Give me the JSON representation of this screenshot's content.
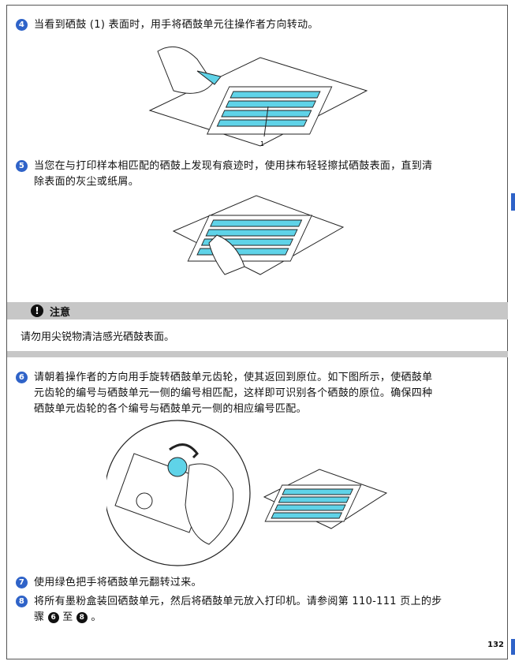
{
  "steps": [
    {
      "num": "4",
      "text": "当看到硒鼓 (1) 表面时，用手将硒鼓单元往操作者方向转动。"
    },
    {
      "num": "5",
      "text_line1": "当您在与打印样本相匹配的硒鼓上发现有痕迹时，使用抹布轻轻擦拭硒鼓表面，直到清",
      "text_line2": "除表面的灰尘或纸屑。"
    },
    {
      "num": "6",
      "text_line1": "请朝着操作者的方向用手旋转硒鼓单元齿轮，使其返回到原位。如下图所示，使硒鼓单",
      "text_line2": "元齿轮的编号与硒鼓单元一侧的编号相匹配，这样即可识别各个硒鼓的原位。确保四种",
      "text_line3": "硒鼓单元齿轮的各个编号与硒鼓单元一侧的相应编号匹配。"
    },
    {
      "num": "7",
      "text": "使用绿色把手将硒鼓单元翻转过来。"
    },
    {
      "num": "8",
      "text_line1": "将所有墨粉盒装回硒鼓单元，然后将硒鼓单元放入打印机。请参阅第 110-111 页上的步",
      "text_pre": "骤",
      "ref_a": "6",
      "text_mid": "至",
      "ref_b": "8",
      "text_end": "。"
    }
  ],
  "callout": "1",
  "note": {
    "icon": "!",
    "title": "注意",
    "body": "请勿用尖锐物清洁感光硒鼓表面。"
  },
  "page_number": "132",
  "colors": {
    "accent": "#2f63c8",
    "note_gray": "#c7c7c7",
    "drum_cyan": "#5fd3e8"
  }
}
